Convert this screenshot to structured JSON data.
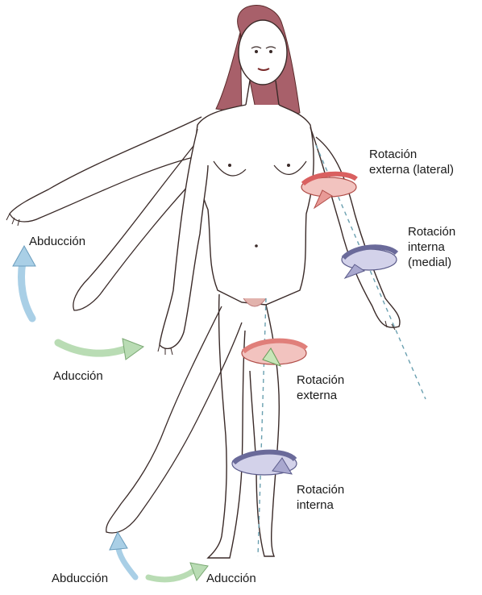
{
  "labels": {
    "arm_abduction": "Abducción",
    "arm_adduction": "Aducción",
    "arm_external_rotation": [
      "Rotación",
      "externa (lateral)"
    ],
    "arm_internal_rotation": [
      "Rotación",
      "interna",
      "(medial)"
    ],
    "leg_external_rotation": [
      "Rotación",
      "externa"
    ],
    "leg_internal_rotation": [
      "Rotación",
      "interna"
    ],
    "leg_abduction": "Abducción",
    "leg_adduction": "Aducción"
  },
  "colors": {
    "skin_outline": "#3a2a28",
    "hair": "#a8606a",
    "abduction_arrow": "#a9cfe6",
    "adduction_arrow": "#b9dcb4",
    "external_rotation_band": "#e89a96",
    "internal_rotation_band": "#a9a8cf",
    "axis_line": "#6aa0b0"
  }
}
